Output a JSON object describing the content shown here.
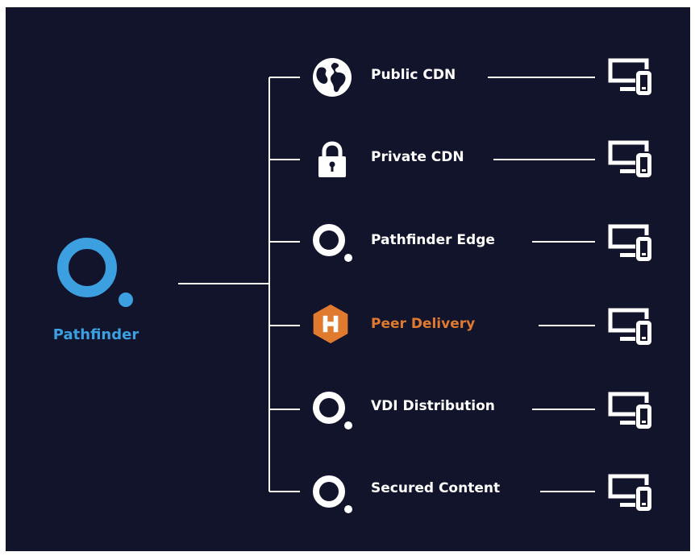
{
  "brand": {
    "name": "Pathfinder",
    "icon": "pathfinder-logo-icon",
    "color": "#3b9fe0"
  },
  "colors": {
    "background": "#11142b",
    "line": "#ffffff",
    "accent": "#e07a2e"
  },
  "nodes": [
    {
      "label": "Public CDN",
      "icon": "globe-icon",
      "device_icon": "desktop-mobile-icon"
    },
    {
      "label": "Private CDN",
      "icon": "lock-icon",
      "device_icon": "desktop-mobile-icon"
    },
    {
      "label": "Pathfinder Edge",
      "icon": "pathfinder-ring-icon",
      "device_icon": "desktop-mobile-icon"
    },
    {
      "label": "Peer Delivery",
      "icon": "hive-hexagon-icon",
      "device_icon": "desktop-mobile-icon",
      "highlight": true
    },
    {
      "label": "VDI Distribution",
      "icon": "pathfinder-ring-icon",
      "device_icon": "desktop-mobile-icon"
    },
    {
      "label": "Secured Content",
      "icon": "pathfinder-ring-icon",
      "device_icon": "desktop-mobile-icon"
    }
  ]
}
